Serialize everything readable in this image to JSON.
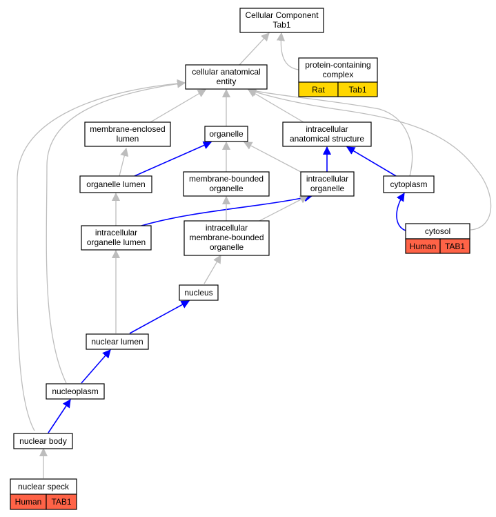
{
  "graph": {
    "colors": {
      "is_a_edge": "#bdbdbd",
      "part_of_edge": "#0000ff",
      "rat_tag": "#ffd700",
      "human_tag": "#ff6347"
    },
    "nodes": {
      "root": {
        "lines": [
          "Cellular Component",
          "Tab1"
        ]
      },
      "cae": {
        "lines": [
          "cellular anatomical",
          "entity"
        ]
      },
      "pcc": {
        "lines": [
          "protein-containing",
          "complex"
        ],
        "tags": [
          "Rat",
          "Tab1"
        ],
        "tag_color": "#ffd700"
      },
      "mel": {
        "lines": [
          "membrane-enclosed",
          "lumen"
        ]
      },
      "organelle": {
        "lines": [
          "organelle"
        ]
      },
      "ias": {
        "lines": [
          "intracellular",
          "anatomical structure"
        ]
      },
      "ol": {
        "lines": [
          "organelle lumen"
        ]
      },
      "mbo": {
        "lines": [
          "membrane-bounded",
          "organelle"
        ]
      },
      "io": {
        "lines": [
          "intracellular",
          "organelle"
        ]
      },
      "cytoplasm": {
        "lines": [
          "cytoplasm"
        ]
      },
      "iol": {
        "lines": [
          "intracellular",
          "organelle lumen"
        ]
      },
      "imbo": {
        "lines": [
          "intracellular",
          "membrane-bounded",
          "organelle"
        ]
      },
      "cytosol": {
        "lines": [
          "cytosol"
        ],
        "tags": [
          "Human",
          "TAB1"
        ],
        "tag_color": "#ff6347"
      },
      "nucleus": {
        "lines": [
          "nucleus"
        ]
      },
      "nuclear_lumen": {
        "lines": [
          "nuclear lumen"
        ]
      },
      "nucleoplasm": {
        "lines": [
          "nucleoplasm"
        ]
      },
      "nuclear_body": {
        "lines": [
          "nuclear body"
        ]
      },
      "nuclear_speck": {
        "lines": [
          "nuclear speck"
        ],
        "tags": [
          "Human",
          "TAB1"
        ],
        "tag_color": "#ff6347"
      }
    }
  }
}
